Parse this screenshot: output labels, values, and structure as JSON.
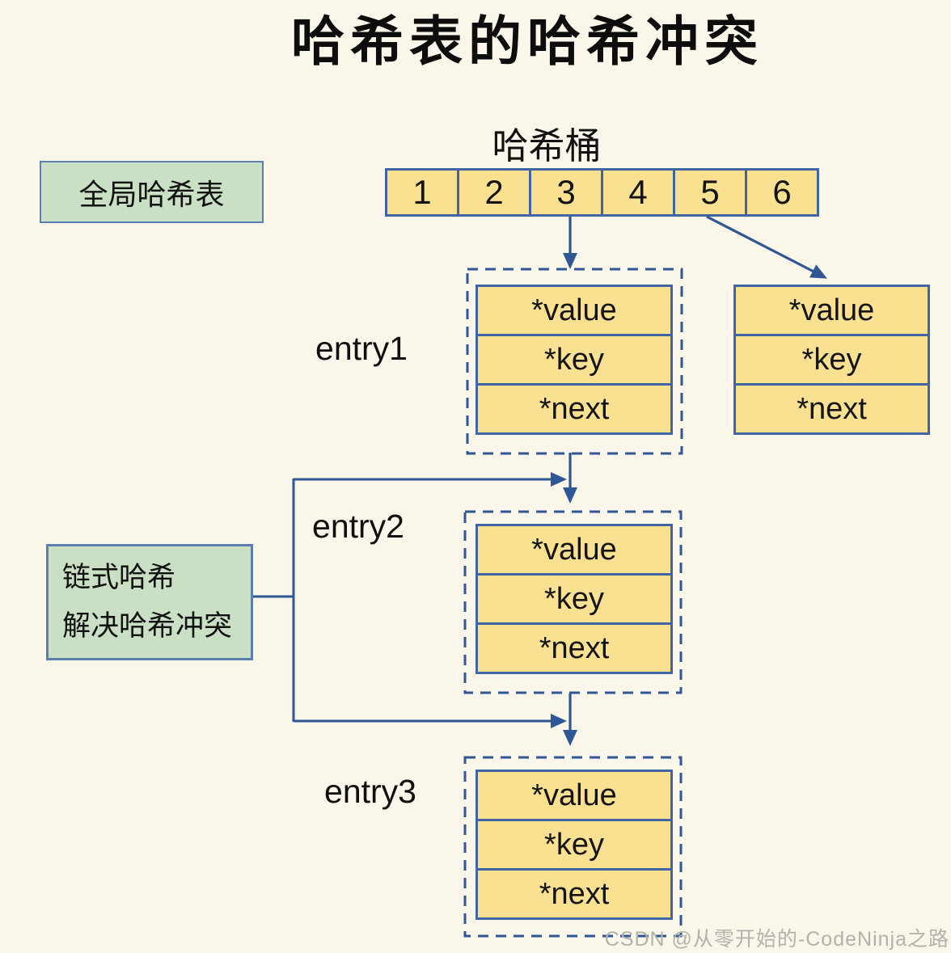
{
  "page": {
    "title": "哈希表的哈希冲突"
  },
  "bucket": {
    "label": "哈希桶",
    "cells": [
      "1",
      "2",
      "3",
      "4",
      "5",
      "6"
    ]
  },
  "legend": {
    "global_table": "全局哈希表",
    "chained_line1": "链式哈希",
    "chained_line2": "解决哈希冲突"
  },
  "entries": [
    {
      "label": "entry1",
      "fields": [
        "*value",
        "*key",
        "*next"
      ]
    },
    {
      "label": "entry2",
      "fields": [
        "*value",
        "*key",
        "*next"
      ]
    },
    {
      "label": "entry3",
      "fields": [
        "*value",
        "*key",
        "*next"
      ]
    }
  ],
  "overflow_record": {
    "fields": [
      "*value",
      "*key",
      "*next"
    ]
  },
  "watermark": "CSDN @从零开始的-CodeNinja之路",
  "colors": {
    "background": "#faf6e9",
    "cell_fill": "#fae191",
    "cell_border": "#3f66a3",
    "arrow": "#2f5795",
    "green_fill": "#c9e0c5",
    "green_border": "#5b7fb0",
    "watermark_text": "#b2b2ac"
  }
}
